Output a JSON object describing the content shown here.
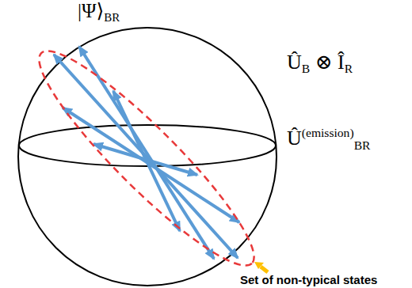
{
  "diagram": {
    "labels": [
      "|Ψ⟩BR",
      "ÛB ⊗ ÎR",
      "Û(emission)BR",
      "Set of non-typical states"
    ]
  }
}
